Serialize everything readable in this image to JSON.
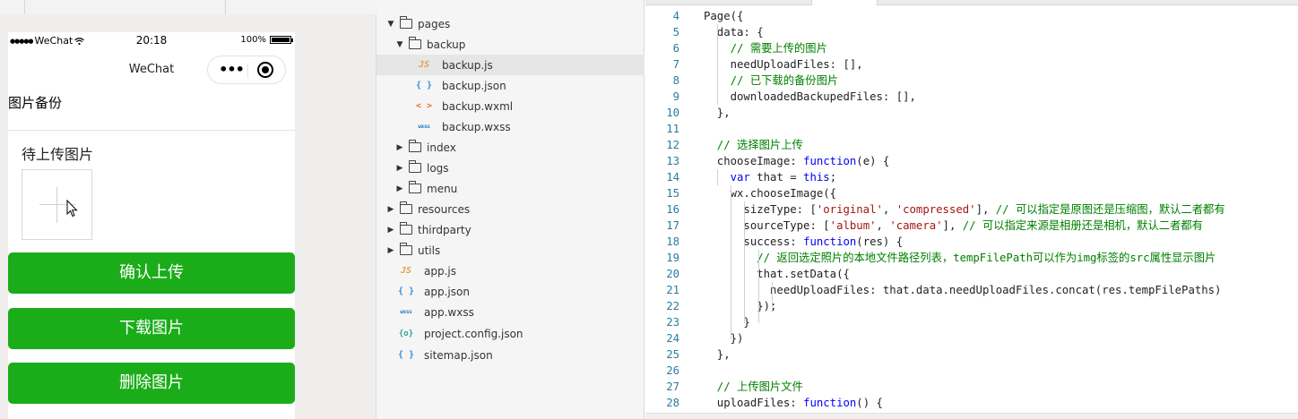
{
  "simulator": {
    "status_bar": {
      "signal": "●●●●●",
      "carrier": "WeChat",
      "time": "20:18",
      "battery_text": "100%",
      "battery_level": 1.0
    },
    "nav_title": "WeChat",
    "capsule_more": "•••",
    "page_heading": "图片备份",
    "upload_label": "待上传图片",
    "buttons": {
      "confirm": "确认上传",
      "download": "下载图片",
      "delete": "删除图片"
    },
    "button_color": "#1aad19"
  },
  "file_tree": [
    {
      "label": "pages",
      "kind": "folder",
      "expanded": true
    },
    {
      "label": "backup",
      "kind": "folder",
      "expanded": true
    },
    {
      "label": "backup.js",
      "kind": "js",
      "icon_text": "JS",
      "selected": true
    },
    {
      "label": "backup.json",
      "kind": "json",
      "icon_text": "{ }"
    },
    {
      "label": "backup.wxml",
      "kind": "wxml",
      "icon_text": "< >"
    },
    {
      "label": "backup.wxss",
      "kind": "wxss",
      "icon_text": "wxss"
    },
    {
      "label": "index",
      "kind": "folder",
      "expanded": false
    },
    {
      "label": "logs",
      "kind": "folder",
      "expanded": false
    },
    {
      "label": "menu",
      "kind": "folder",
      "expanded": false
    },
    {
      "label": "resources",
      "kind": "folder",
      "expanded": false
    },
    {
      "label": "thirdparty",
      "kind": "folder",
      "expanded": false
    },
    {
      "label": "utils",
      "kind": "folder",
      "expanded": false
    },
    {
      "label": "app.js",
      "kind": "js",
      "icon_text": "JS"
    },
    {
      "label": "app.json",
      "kind": "json",
      "icon_text": "{ }"
    },
    {
      "label": "app.wxss",
      "kind": "wxss",
      "icon_text": "wxss"
    },
    {
      "label": "project.config.json",
      "kind": "cfg",
      "icon_text": "{o}"
    },
    {
      "label": "sitemap.json",
      "kind": "json",
      "icon_text": "{ }"
    }
  ],
  "editor": {
    "lines": [
      {
        "n": "4",
        "t": [
          [
            "p",
            "Page({"
          ]
        ]
      },
      {
        "n": "5",
        "t": [
          [
            "p",
            "  data: {"
          ]
        ]
      },
      {
        "n": "6",
        "t": [
          [
            "c",
            "    // 需要上传的图片"
          ]
        ]
      },
      {
        "n": "7",
        "t": [
          [
            "p",
            "    needUploadFiles: [],"
          ]
        ]
      },
      {
        "n": "8",
        "t": [
          [
            "c",
            "    // 已下载的备份图片"
          ]
        ]
      },
      {
        "n": "9",
        "t": [
          [
            "p",
            "    downloadedBackupedFiles: [],"
          ]
        ]
      },
      {
        "n": "10",
        "t": [
          [
            "p",
            "  },"
          ]
        ]
      },
      {
        "n": "11",
        "t": []
      },
      {
        "n": "12",
        "t": [
          [
            "c",
            "  // 选择图片上传"
          ]
        ]
      },
      {
        "n": "13",
        "t": [
          [
            "p",
            "  chooseImage: "
          ],
          [
            "k",
            "function"
          ],
          [
            "p",
            "(e) {"
          ]
        ]
      },
      {
        "n": "14",
        "t": [
          [
            "p",
            "    "
          ],
          [
            "k",
            "var"
          ],
          [
            "p",
            " that = "
          ],
          [
            "k",
            "this"
          ],
          [
            "p",
            ";"
          ]
        ]
      },
      {
        "n": "15",
        "t": [
          [
            "p",
            "    wx.chooseImage({"
          ]
        ]
      },
      {
        "n": "16",
        "t": [
          [
            "p",
            "      sizeType: ["
          ],
          [
            "s",
            "'original'"
          ],
          [
            "p",
            ", "
          ],
          [
            "s",
            "'compressed'"
          ],
          [
            "p",
            "], "
          ],
          [
            "c",
            "// 可以指定是原图还是压缩图，默认二者都有"
          ]
        ]
      },
      {
        "n": "17",
        "t": [
          [
            "p",
            "      sourceType: ["
          ],
          [
            "s",
            "'album'"
          ],
          [
            "p",
            ", "
          ],
          [
            "s",
            "'camera'"
          ],
          [
            "p",
            "], "
          ],
          [
            "c",
            "// 可以指定来源是相册还是相机，默认二者都有"
          ]
        ]
      },
      {
        "n": "18",
        "t": [
          [
            "p",
            "      success: "
          ],
          [
            "k",
            "function"
          ],
          [
            "p",
            "(res) {"
          ]
        ]
      },
      {
        "n": "19",
        "t": [
          [
            "c",
            "        // 返回选定照片的本地文件路径列表，tempFilePath可以作为img标签的src属性显示图片"
          ]
        ]
      },
      {
        "n": "20",
        "t": [
          [
            "p",
            "        that.setData({"
          ]
        ]
      },
      {
        "n": "21",
        "t": [
          [
            "p",
            "          needUploadFiles: that.data.needUploadFiles.concat(res.tempFilePaths)"
          ]
        ]
      },
      {
        "n": "22",
        "t": [
          [
            "p",
            "        });"
          ]
        ]
      },
      {
        "n": "23",
        "t": [
          [
            "p",
            "      }"
          ]
        ]
      },
      {
        "n": "24",
        "t": [
          [
            "p",
            "    })"
          ]
        ]
      },
      {
        "n": "25",
        "t": [
          [
            "p",
            "  },"
          ]
        ]
      },
      {
        "n": "26",
        "t": []
      },
      {
        "n": "27",
        "t": [
          [
            "c",
            "  // 上传图片文件"
          ]
        ]
      },
      {
        "n": "28",
        "t": [
          [
            "p",
            "  uploadFiles: "
          ],
          [
            "k",
            "function"
          ],
          [
            "p",
            "() {"
          ]
        ]
      }
    ],
    "colors": {
      "keyword": "#0000ff",
      "string": "#a31515",
      "comment": "#008000",
      "line_number": "#2b7ba5"
    }
  }
}
